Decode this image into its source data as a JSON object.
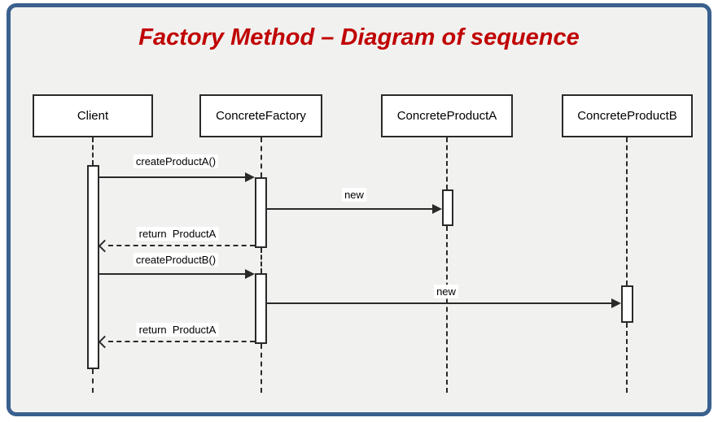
{
  "title": "Factory Method – Diagram of sequence",
  "actors": [
    {
      "label": "Client"
    },
    {
      "label": "ConcreteFactory"
    },
    {
      "label": "ConcreteProductA"
    },
    {
      "label": "ConcreteProductB"
    }
  ],
  "messages": [
    {
      "label": "createProductA()",
      "type": "synchronous-call",
      "from": "Client",
      "to": "ConcreteFactory"
    },
    {
      "label": "new",
      "type": "synchronous-call",
      "from": "ConcreteFactory",
      "to": "ConcreteProductA"
    },
    {
      "label": "return  ProductA",
      "type": "return",
      "from": "ConcreteFactory",
      "to": "Client"
    },
    {
      "label": "createProductB()",
      "type": "synchronous-call",
      "from": "Client",
      "to": "ConcreteFactory"
    },
    {
      "label": "new",
      "type": "synchronous-call",
      "from": "ConcreteFactory",
      "to": "ConcreteProductB"
    },
    {
      "label": "return  ProductA",
      "type": "return",
      "from": "ConcreteFactory",
      "to": "Client"
    }
  ],
  "colors": {
    "frame_border": "#3a608e",
    "canvas_background": "#f1f1ef",
    "title_text": "#c00000",
    "diagram_lines": "#2a2a2a",
    "box_fill": "#ffffff"
  }
}
